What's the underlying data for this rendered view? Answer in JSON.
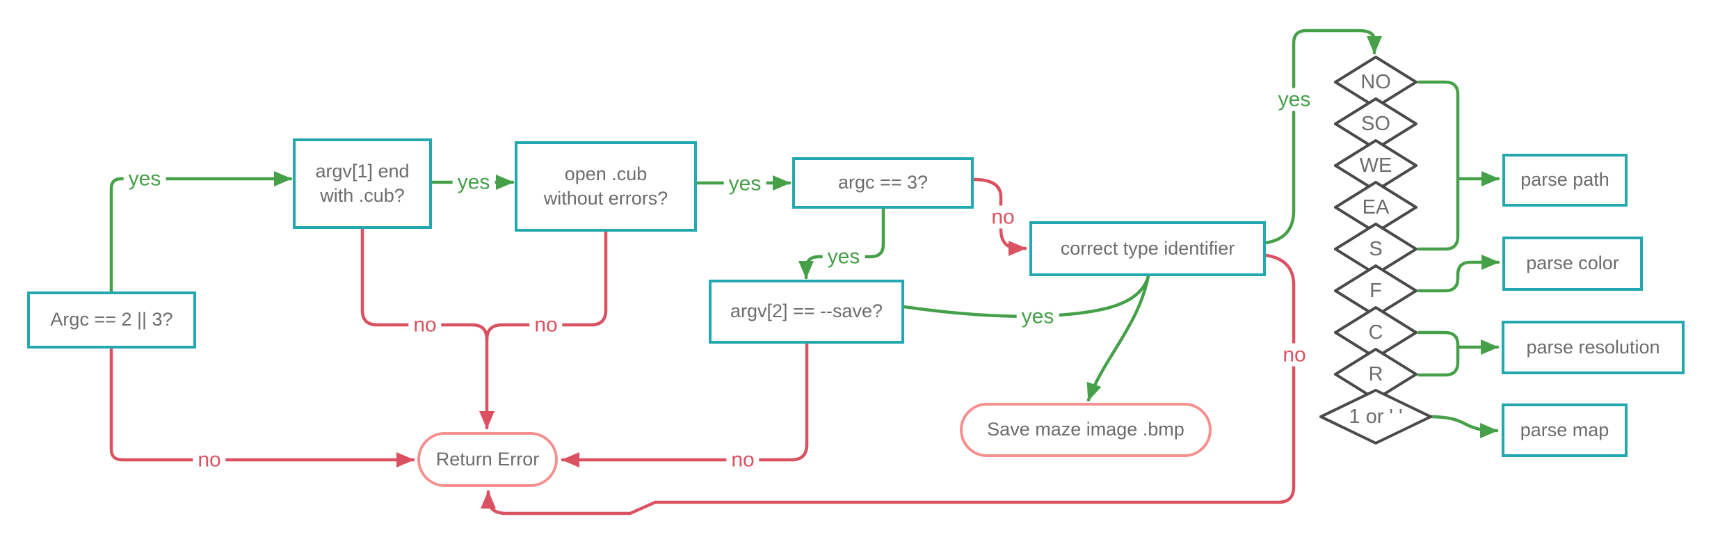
{
  "flowchart": {
    "nodes": {
      "argc_check": {
        "label": "Argc == 2 || 3?"
      },
      "argv1_ends_cub": {
        "label": "argv[1] end with .cub?"
      },
      "open_cub": {
        "label": "open .cub without errors?"
      },
      "argc_eq_3": {
        "label": "argc == 3?"
      },
      "argv2_save": {
        "label": "argv[2] == --save?"
      },
      "correct_type": {
        "label": "correct type identifier"
      },
      "save_bmp": {
        "label": "Save maze image .bmp"
      },
      "return_error": {
        "label": "Return Error"
      },
      "parse_path": {
        "label": "parse path"
      },
      "parse_color": {
        "label": "parse color"
      },
      "parse_resolution": {
        "label": "parse resolution"
      },
      "parse_map": {
        "label": "parse map"
      }
    },
    "identifiers": [
      "NO",
      "SO",
      "WE",
      "EA",
      "S",
      "F",
      "C",
      "R",
      "1 or ' '"
    ],
    "edge_labels": [
      {
        "id": "yes-argc-argv1",
        "text": "yes",
        "type": "yes"
      },
      {
        "id": "yes-argv1-open",
        "text": "yes",
        "type": "yes"
      },
      {
        "id": "yes-open-argc3",
        "text": "yes",
        "type": "yes"
      },
      {
        "id": "yes-argc3-argv2",
        "text": "yes",
        "type": "yes"
      },
      {
        "id": "yes-argv2-type",
        "text": "yes",
        "type": "yes"
      },
      {
        "id": "yes-type-identifiers",
        "text": "yes",
        "type": "yes"
      },
      {
        "id": "no-argc",
        "text": "no",
        "type": "no"
      },
      {
        "id": "no-argv1",
        "text": "no",
        "type": "no"
      },
      {
        "id": "no-open",
        "text": "no",
        "type": "no"
      },
      {
        "id": "no-argc3",
        "text": "no",
        "type": "no"
      },
      {
        "id": "no-argv2",
        "text": "no",
        "type": "no"
      },
      {
        "id": "no-type",
        "text": "no",
        "type": "no"
      }
    ],
    "colors": {
      "box_border": "#23a8b0",
      "terminal_border": "#f5908f",
      "yes_green": "#46a049",
      "no_red": "#da5161",
      "diamond_border": "#4a4a4a",
      "text": "#6c6c6c"
    }
  }
}
